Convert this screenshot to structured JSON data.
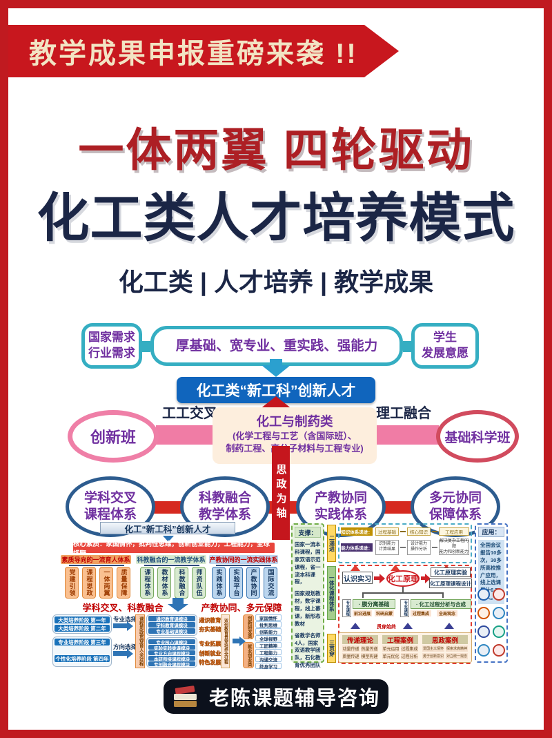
{
  "banner": {
    "text": "教学成果申报重磅来袭 !!"
  },
  "titles": {
    "line1": "一体两翼 四轮驱动",
    "line2": "化工类人才培养模式",
    "subtitle": "化工类 | 人才培养 | 教学成果"
  },
  "colors": {
    "frame_red": "#c01a20",
    "banner_red": "#c8171e",
    "title_red": "#ad1f24",
    "navy": "#1b2646",
    "teal": "#35aec2",
    "purple": "#7030a0",
    "talent_blue": "#1065bd",
    "pink": "#f07ca5",
    "axis_red": "#c5161d"
  },
  "flow": {
    "need_left": "国家需求\n行业需求",
    "quality_bar": "厚基础、宽专业、重实践、强能力",
    "need_right": "学生\n发展意愿",
    "talent": "化工类“新工科”创新人才",
    "cross_left": "工工交叉",
    "cross_right": "理工融合",
    "class_left": "创新班",
    "major_title": "化工与制药类",
    "major_sub": "(化学工程与工艺（含国际班）、\n制药工程、高分子材料与工程专业)",
    "class_right": "基础科学班",
    "axis": "思政为轴",
    "systems": [
      "学科交叉\n课程体系",
      "科教融合\n教学体系",
      "产教协同\n实践体系",
      "多元协同\n保障体系"
    ]
  },
  "left_panel": {
    "header": "化工“新工科”创新人才",
    "core": "核心素质：家国情怀，批判性思维，创新创业能力，工程能力，全球视野",
    "branches": [
      {
        "title": "素质导向的一流育人体系",
        "items": [
          "党建引领",
          "课程思政",
          "一体两翼",
          "质量保障"
        ]
      },
      {
        "title": "科教融合的一流教学体系",
        "items": [
          "课程体系",
          "教材体系",
          "科教融合",
          "师资队伍"
        ]
      },
      {
        "title": "产教协同的一流实践体系",
        "items": [
          "实践体系",
          "实验平台",
          "产教协同",
          "国际交流"
        ]
      }
    ],
    "mid_left": "学科交叉、科教融合",
    "mid_right": "产教协同、多元保障",
    "stages": [
      "大类培养阶段  第一年",
      "大类培养阶段  第二年",
      "专业培养阶段  第三年",
      "个性化培养阶段  第四年"
    ],
    "selects": [
      "专业选择",
      "方向选择"
    ],
    "strip_left": "课程思政贯穿育人全过程",
    "modules": [
      "通识教育课模块",
      "学科教育课模块",
      "专业基础课模块",
      "专业核心课模块",
      "实验实践类课模块",
      "专业方向课程模块",
      "本研衔接课程模块",
      "专创融合课程模块"
    ],
    "tags": [
      "通识教育",
      "夯实基础",
      "专业拓展",
      "创新就业",
      "特色发展"
    ],
    "strip_right": "双创教育贯穿培养全过程",
    "groups": [
      "创新研发类",
      "就业创业类"
    ],
    "outcomes": [
      "家国情怀",
      "批判思维",
      "创新能力",
      "全球视野",
      "工匠精神",
      "工程能力",
      "沟通交流",
      "终身学习"
    ]
  },
  "right_panel": {
    "support_title": "支撑：",
    "support_items": [
      "国家一流本科课程，国家双语示范课程，省一流本科课程，",
      "国家规划教材，数字课程，线上慕课，新形态教材",
      "省教学名师4人，国家双语教学团队，石化教育优秀团队"
    ],
    "strip_top": "二递进",
    "strip_mid": "一体化课程体系",
    "strip_bottom": "三贯穿",
    "knowledge_label": "知识体系递进：",
    "knowledge_chain": [
      "过程基础",
      "核心知识",
      "工程应用"
    ],
    "ability_label": "能力体系递进：",
    "ability_chain": [
      "识别能力\n计算结果",
      "设计能力\n操作分析",
      "解决复杂工程问题\n能力和创新能力"
    ],
    "course_intro": "认识实习",
    "course_core": "化工原理",
    "course_out1": "化工原理实验",
    "course_out2": "化工原理课程设计",
    "pro_tag": "专业课程",
    "pro1_title": "· 膜分离基础",
    "pro1_subs": [
      "前沿进展",
      "科研启蒙"
    ],
    "pro2_title": "· 化工过程分析与合成",
    "pro2_subs": [
      "过程集成",
      "全局观念"
    ],
    "through": "贯穿始终",
    "cases": [
      {
        "title": "传递理论",
        "subs": [
          "动量传递",
          "热量传递",
          "质量传递",
          "模型构建"
        ]
      },
      {
        "title": "工程案例",
        "subs": [
          "单元运用",
          "过程集成",
          "单元优化",
          "过程分析"
        ]
      },
      {
        "title": "思政案例",
        "subs": [
          "爱国主义情怀",
          "探索求真精神",
          "勇于创新意识",
          "对立统一观念"
        ]
      }
    ],
    "apply_title": "应用：",
    "apply_text": "全国会议报告10多次，30多所高校推广应用，线上选课累计6.7万人。"
  },
  "footer": {
    "text": "老陈课题辅导咨询",
    "icon": "books-icon"
  }
}
